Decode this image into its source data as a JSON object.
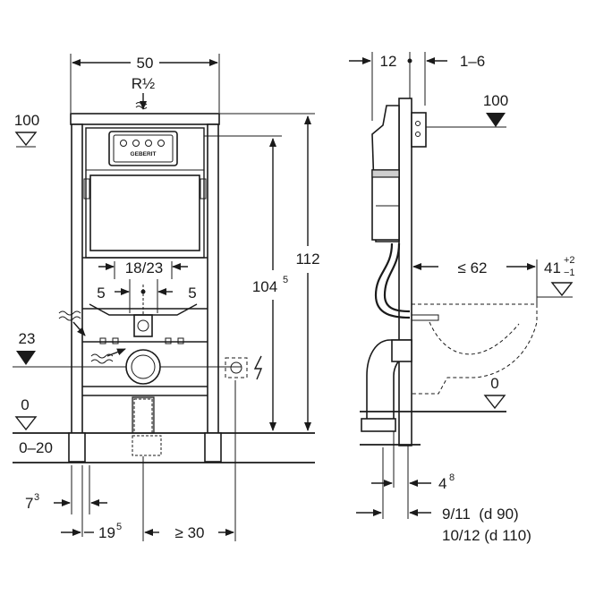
{
  "front_view": {
    "width_label": "50",
    "thread_label": "R½",
    "level_top_label": "100",
    "height_total_label": "112",
    "height_inner_label": "104",
    "height_inner_sup": "5",
    "spacing_label": "18/23",
    "offset_left_label": "5",
    "offset_right_label": "5",
    "level_mid_label": "23",
    "level_floor_label": "0",
    "floor_range_label": "0–20",
    "foot_offset_label": "7",
    "foot_offset_sup": "3",
    "drain_offset_label": "19",
    "drain_offset_sup": "5",
    "min_side_label": "≥ 30",
    "brand_plate_text": "GEBERIT"
  },
  "side_view": {
    "depth_label": "12",
    "adjust_label": "1–6",
    "level_top_label": "100",
    "pan_distance_label": "≤ 62",
    "pan_height_label": "41",
    "pan_height_tol_plus": "+2",
    "pan_height_tol_minus": "−1",
    "level_floor_label": "0",
    "foot_label": "4",
    "foot_sup": "8",
    "pipe_label_1": "9/11  (d 90)",
    "pipe_label_2": "10/12 (d 110)"
  }
}
